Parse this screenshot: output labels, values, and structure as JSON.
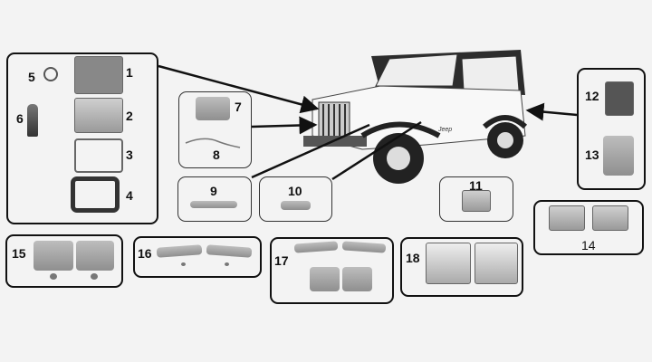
{
  "parts": {
    "p1": "1",
    "p2": "2",
    "p3": "3",
    "p4": "4",
    "p5": "5",
    "p6": "6",
    "p7": "7",
    "p8": "8",
    "p9": "9",
    "p10": "10",
    "p11": "11",
    "p12": "12",
    "p13": "13",
    "p14": "14",
    "p15": "15",
    "p16": "16",
    "p17": "17",
    "p18": "18"
  },
  "vehicle": {
    "badge": "Jeep"
  }
}
